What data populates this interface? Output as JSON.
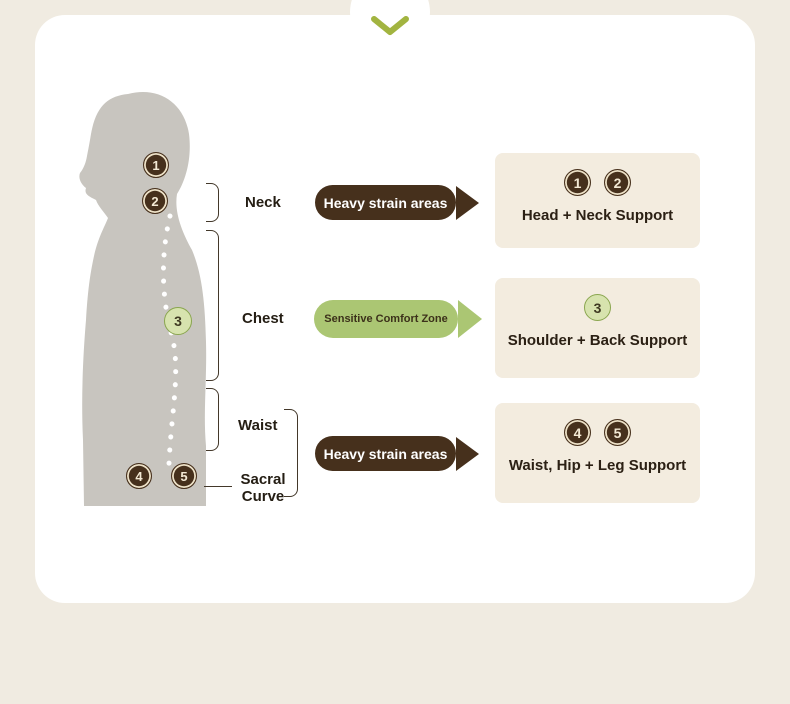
{
  "body_markers": [
    {
      "num": "1",
      "style": "dark"
    },
    {
      "num": "2",
      "style": "dark"
    },
    {
      "num": "3",
      "style": "green"
    },
    {
      "num": "4",
      "style": "dark"
    },
    {
      "num": "5",
      "style": "dark"
    }
  ],
  "regions": [
    {
      "label": "Neck"
    },
    {
      "label": "Chest"
    },
    {
      "label": "Waist"
    },
    {
      "label": "Sacral Curve"
    }
  ],
  "arrows": [
    {
      "label": "Heavy strain areas",
      "style": "dark"
    },
    {
      "label": "Sensitive Comfort Zone",
      "style": "green"
    },
    {
      "label": "Heavy strain areas",
      "style": "dark"
    }
  ],
  "support_boxes": [
    {
      "badges": [
        {
          "num": "1",
          "style": "dark"
        },
        {
          "num": "2",
          "style": "dark"
        }
      ],
      "label": "Head + Neck Support"
    },
    {
      "badges": [
        {
          "num": "3",
          "style": "green"
        }
      ],
      "label": "Shoulder + Back Support"
    },
    {
      "badges": [
        {
          "num": "4",
          "style": "dark"
        },
        {
          "num": "5",
          "style": "dark"
        }
      ],
      "label": "Waist, Hip + Leg Support"
    }
  ],
  "icons": {
    "chevron": "chevron-down-icon"
  },
  "colors": {
    "background": "#f0ebe1",
    "card": "#ffffff",
    "dark_brown": "#46301c",
    "green": "#abc673",
    "green_badge_fill": "#d7e3ae",
    "green_badge_ring": "#8aa64f",
    "box_background": "#f3ecdf",
    "chevron_accent": "#a2b440",
    "body_silhouette": "#c8c5bf"
  }
}
